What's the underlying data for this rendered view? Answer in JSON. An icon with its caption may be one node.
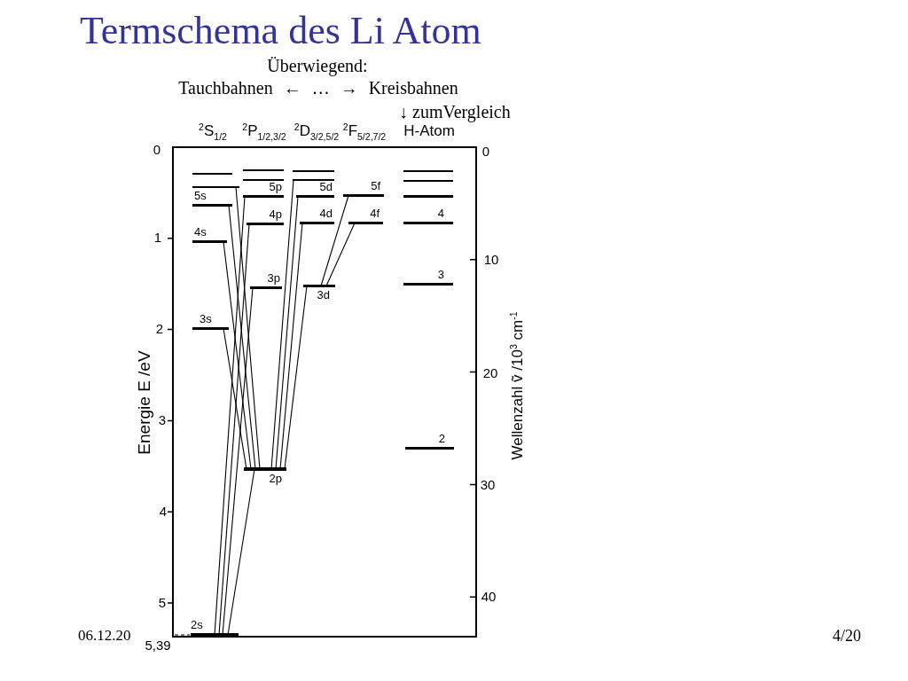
{
  "diagram": {
    "title": "Termschema des Li Atom",
    "nodes": [
      {
        "text": [],
        "shape": "bar"
      },
      {
        "text": [],
        "shape": "bar"
      },
      {
        "text": [
          "5s"
        ]
      },
      {
        "text": [
          "4s"
        ]
      },
      {
        "text": [
          "3s"
        ]
      },
      {
        "text": [
          "2s"
        ]
      },
      {
        "text": [],
        "shape": "bar"
      },
      {
        "text": [],
        "shape": "bar"
      },
      {
        "text": [
          "5p"
        ]
      },
      {
        "text": [
          "4p"
        ]
      },
      {
        "text": [
          "3p"
        ]
      },
      {
        "text": [
          "2p"
        ]
      },
      {
        "text": [],
        "shape": "bar"
      },
      {
        "text": [],
        "shape": "bar"
      },
      {
        "text": [
          "5d"
        ]
      },
      {
        "text": [
          "4d"
        ]
      },
      {
        "text": [
          "3d"
        ]
      },
      {
        "text": [
          "5f"
        ]
      },
      {
        "text": [
          "4f"
        ]
      },
      {
        "text": [],
        "shape": "bar"
      },
      {
        "text": [],
        "shape": "bar"
      },
      {
        "text": [],
        "shape": "bar"
      },
      {
        "text": [
          "4"
        ]
      },
      {
        "text": [
          "3"
        ]
      },
      {
        "text": [
          "2"
        ]
      }
    ],
    "edges": [
      {
        "from": 5,
        "to": 11,
        "arrow": "none"
      },
      {
        "from": 5,
        "to": 10,
        "arrow": "none"
      },
      {
        "from": 5,
        "to": 9,
        "arrow": "none"
      },
      {
        "from": 5,
        "to": 8,
        "arrow": "none"
      },
      {
        "from": 11,
        "to": 4,
        "arrow": "none"
      },
      {
        "from": 11,
        "to": 3,
        "arrow": "none"
      },
      {
        "from": 11,
        "to": 2,
        "arrow": "none"
      },
      {
        "from": 11,
        "to": 1,
        "arrow": "none"
      },
      {
        "from": 11,
        "to": 16,
        "arrow": "none"
      },
      {
        "from": 11,
        "to": 15,
        "arrow": "none"
      },
      {
        "from": 11,
        "to": 14,
        "arrow": "none"
      },
      {
        "from": 11,
        "to": 13,
        "arrow": "none"
      },
      {
        "from": 16,
        "to": 18,
        "arrow": "none"
      },
      {
        "from": 16,
        "to": 17,
        "arrow": "none"
      }
    ],
    "labels": [
      "Überwiegend:",
      "Tauchbahnen ← … → Kreisbahnen",
      "↓ zumVergleich",
      "$^{2}$S$_{1/2}$",
      "$^{2}$P$_{1/2,3/2}$",
      "$^{2}$D$_{3/2,5/2}$",
      "$^{2}$F$_{5/2,7/2}$",
      "H-Atom",
      "0",
      "0",
      "1",
      "10",
      "2",
      "20",
      "Energie E /eV",
      "Wellenzahl ṽ /10$^{3}$ cm$^{-1}$",
      "3",
      "30",
      "4",
      "40",
      "5",
      "5,39",
      "06.12.20",
      "4/20"
    ]
  }
}
